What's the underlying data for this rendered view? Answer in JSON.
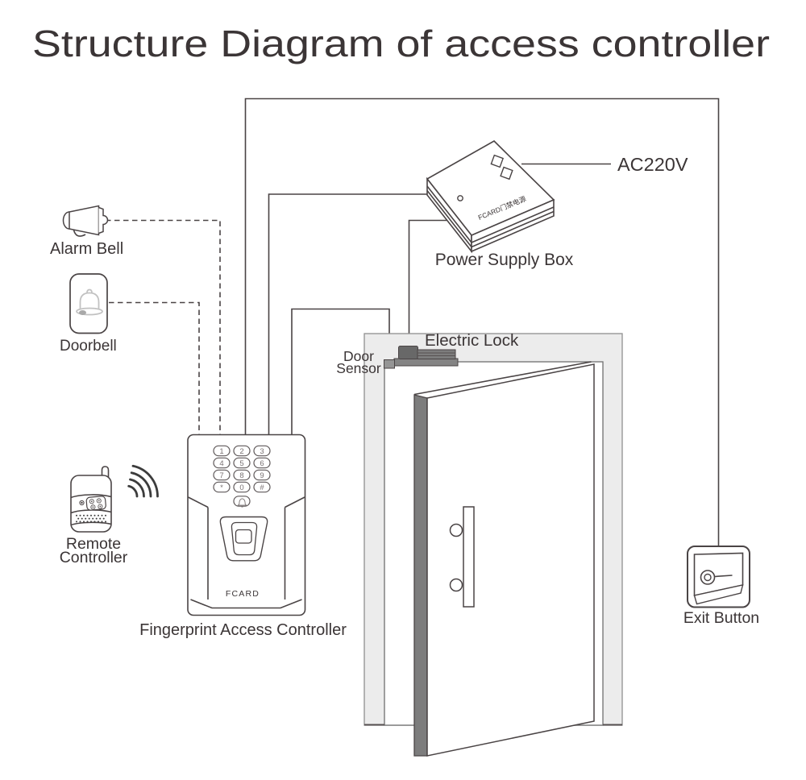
{
  "title": "Structure Diagram of access controller",
  "labels": {
    "alarm_bell": "Alarm Bell",
    "doorbell": "Doorbell",
    "remote_line1": "Remote",
    "remote_line2": "Controller",
    "fingerprint": "Fingerprint Access Controller",
    "power_supply": "Power Supply Box",
    "ac_voltage": "AC220V",
    "electric_lock": "Electric Lock",
    "door_sensor_line1": "Door",
    "door_sensor_line2": "Sensor",
    "exit_button": "Exit Button"
  },
  "controller": {
    "brand": "FCARD",
    "keys": [
      "1",
      "2",
      "3",
      "4",
      "5",
      "6",
      "7",
      "8",
      "9",
      "*",
      "0",
      "#"
    ]
  },
  "power_box": {
    "panel_text": "FCARD门禁电源"
  },
  "colors": {
    "line": "#4a4445",
    "text": "#3b3536",
    "frame_fill": "#ececec",
    "frame_stroke": "#909090",
    "door_edge": "#7d7d7d",
    "lock_body": "#686868",
    "lock_bar": "#7d7d7d",
    "lock_base": "#848484",
    "lock_sensor": "#959595",
    "bell_icon": "#c2c2c2",
    "wave": "#3c3c3c"
  }
}
